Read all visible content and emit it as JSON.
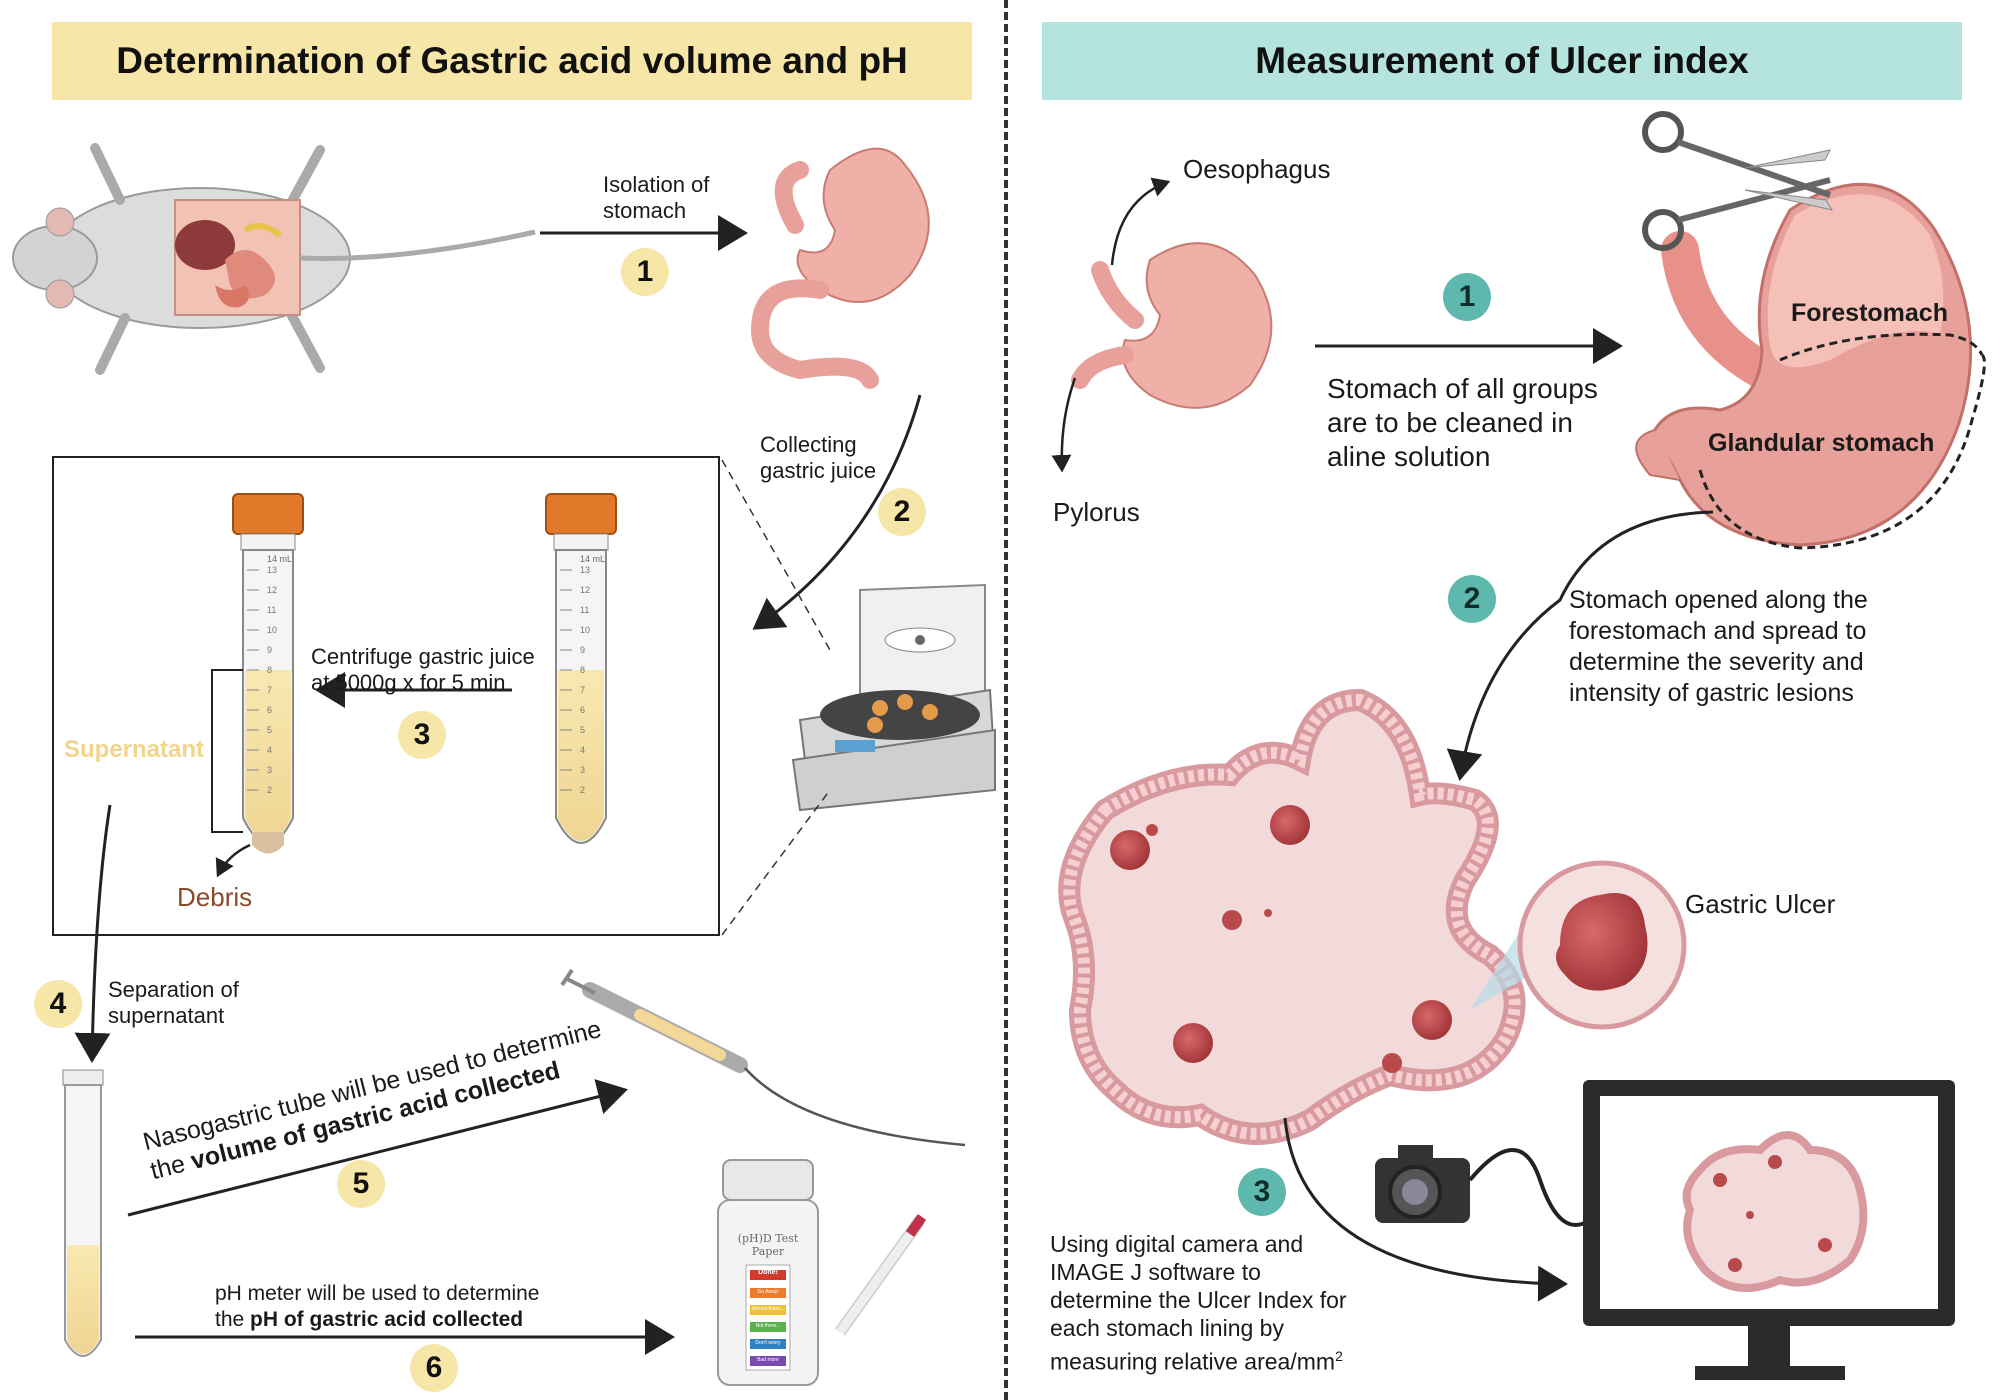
{
  "left_panel": {
    "title": "Determination of Gastric acid volume and pH",
    "steps": [
      {
        "number": "1",
        "text": [
          "Isolation of",
          "stomach"
        ]
      },
      {
        "number": "2",
        "text": [
          "Collecting",
          "gastric juice"
        ]
      },
      {
        "number": "3",
        "text": [
          "Centrifuge gastric juice",
          "at 5000g x for 5 min"
        ]
      },
      {
        "number": "4",
        "text": [
          "Separation of",
          "supernatant"
        ]
      },
      {
        "number": "5",
        "line1": "Nasogastric tube will be used to determine",
        "line2_plain": "the ",
        "line2_bold": "volume of gastric acid collected"
      },
      {
        "number": "6",
        "line1": "pH meter will be used to determine",
        "line2_plain": "the ",
        "line2_bold": "pH of gastric acid collected"
      }
    ],
    "supernatant_label": "Supernatant",
    "debris_label": "Debris",
    "tube_volume_mark": "14 mL",
    "tube_scale": [
      "13",
      "12",
      "11",
      "10",
      "9",
      "8",
      "7",
      "6",
      "5",
      "4",
      "3",
      "2"
    ],
    "ph_bottle_label": "(pH)D Test Paper",
    "ph_bottle_band": "Done!",
    "ph_bottle_scale": [
      "Go Away!",
      "Almost there...",
      "Not there...",
      "Don't worry",
      "Bad more"
    ]
  },
  "right_panel": {
    "title": "Measurement of Ulcer index",
    "oesophagus_label": "Oesophagus",
    "pylorus_label": "Pylorus",
    "forestomach_label": "Forestomach",
    "glandular_label": "Glandular stomach",
    "steps": [
      {
        "number": "1",
        "text": [
          "Stomach of all groups",
          "are to be cleaned in",
          "aline solution"
        ]
      },
      {
        "number": "2",
        "text": [
          "Stomach opened along the",
          "forestomach and spread to",
          "determine the severity and",
          "intensity of gastric lesions"
        ]
      },
      {
        "number": "3",
        "text": [
          "Using digital camera and",
          "IMAGE J software to",
          "determine the Ulcer Index for",
          "each stomach lining by",
          "measuring relative area/mm"
        ],
        "superscript": "2"
      }
    ],
    "ulcer_label": "Gastric Ulcer"
  },
  "colors": {
    "left_header_bg": "#f6e6a8",
    "right_header_bg": "#b5e3de",
    "badge_yellow": "#f6e6a8",
    "badge_teal": "#5fb8ad",
    "supernatant_text": "#f2d58a",
    "debris_text": "#8b4a2b",
    "stomach_fill": "#e8a09a",
    "ulcer_fill": "#c0474a"
  }
}
